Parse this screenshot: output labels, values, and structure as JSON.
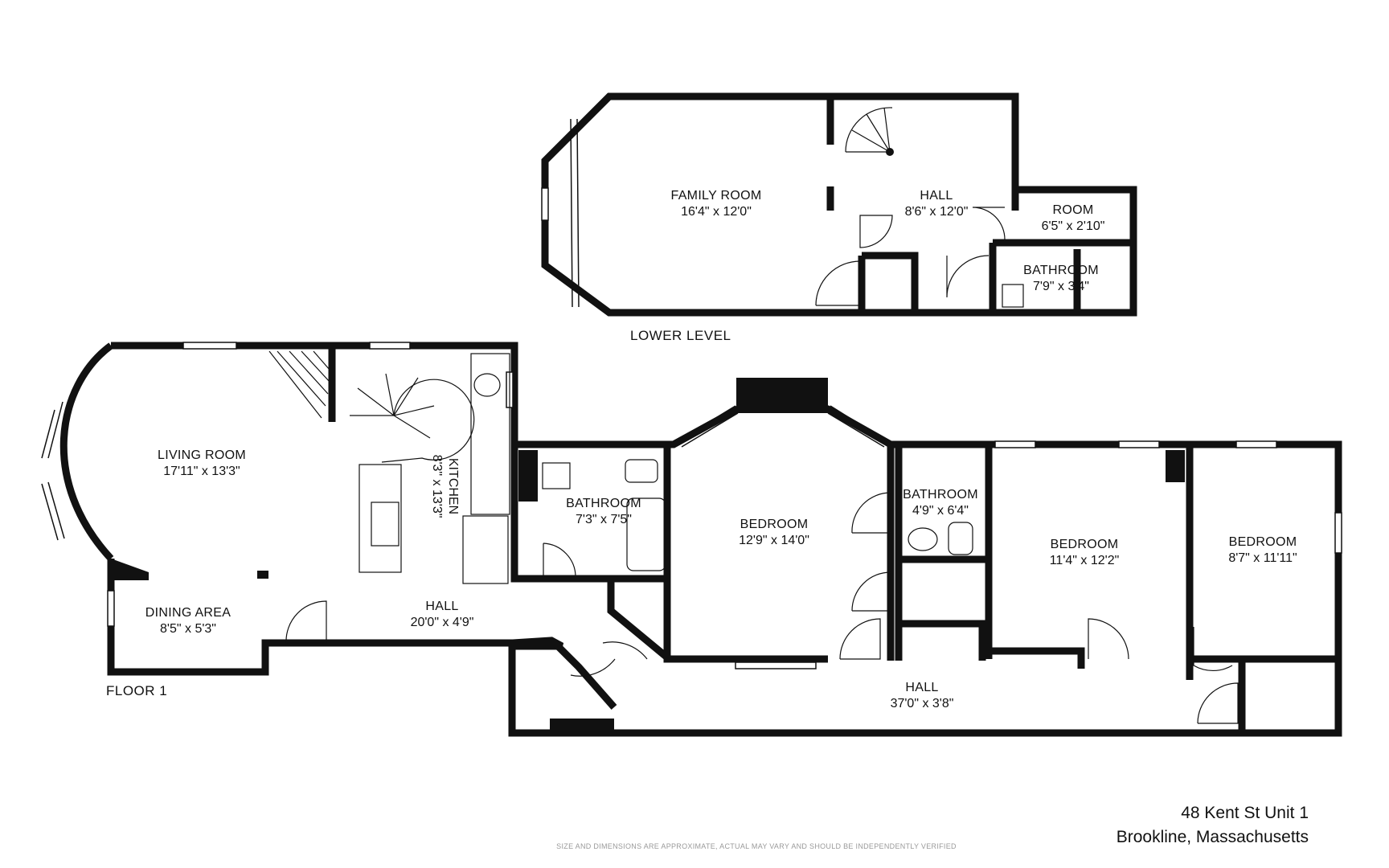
{
  "levels": {
    "lower": "LOWER LEVEL",
    "floor1": "FLOOR 1"
  },
  "rooms": {
    "family_room": {
      "name": "FAMILY ROOM",
      "dims": "16'4\" x 12'0\""
    },
    "hall_lower": {
      "name": "HALL",
      "dims": "8'6\" x 12'0\""
    },
    "room_lower": {
      "name": "ROOM",
      "dims": "6'5\" x 2'10\""
    },
    "bath_lower": {
      "name": "BATHROOM",
      "dims": "7'9\" x 3'4\""
    },
    "living_room": {
      "name": "LIVING ROOM",
      "dims": "17'11\" x 13'3\""
    },
    "kitchen": {
      "name": "KITCHEN",
      "dims": "8'3\" x 13'3\""
    },
    "bath_1": {
      "name": "BATHROOM",
      "dims": "7'3\" x 7'5\""
    },
    "bedroom_1": {
      "name": "BEDROOM",
      "dims": "12'9\" x 14'0\""
    },
    "bath_2": {
      "name": "BATHROOM",
      "dims": "4'9\" x 6'4\""
    },
    "bedroom_2": {
      "name": "BEDROOM",
      "dims": "11'4\" x 12'2\""
    },
    "bedroom_3": {
      "name": "BEDROOM",
      "dims": "8'7\" x 11'11\""
    },
    "dining_area": {
      "name": "DINING AREA",
      "dims": "8'5\" x 5'3\""
    },
    "hall_main": {
      "name": "HALL",
      "dims": "20'0\" x 4'9\""
    },
    "hall_long": {
      "name": "HALL",
      "dims": "37'0\" x 3'8\""
    }
  },
  "address": {
    "line1": "48 Kent St Unit 1",
    "line2": "Brookline, Massachusetts"
  },
  "disclaimer": "SIZE AND DIMENSIONS ARE APPROXIMATE, ACTUAL MAY VARY AND SHOULD BE INDEPENDENTLY VERIFIED"
}
